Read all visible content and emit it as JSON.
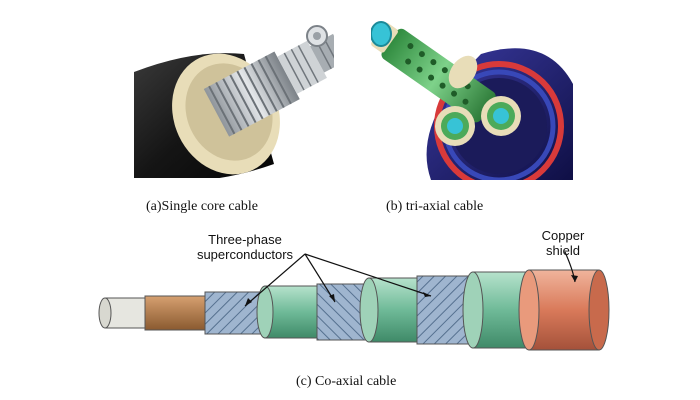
{
  "panels": {
    "a": {
      "caption": "(a)Single core cable"
    },
    "b": {
      "caption": "(b) tri-axial cable"
    },
    "c": {
      "caption": "(c) Co-axial cable",
      "label_superconductors_line1": "Three-phase",
      "label_superconductors_line2": "superconductors",
      "label_shield_line1": "Copper",
      "label_shield_line2": "shield"
    }
  },
  "colors": {
    "jacket_black": "#1c1c1c",
    "insulation_cream": "#e8ddb8",
    "steel": "#b9bdc2",
    "cyan_core": "#37c3d6",
    "green_shield": "#4caa5a",
    "navy_jacket": "#23236e",
    "red_ring": "#d83a3a",
    "teal_layer": "#7fc4a8",
    "hatch_blue": "#8fa7c4",
    "copper": "#d97a5a",
    "bronze": "#b57b45",
    "core_white": "#e6e6e0"
  }
}
